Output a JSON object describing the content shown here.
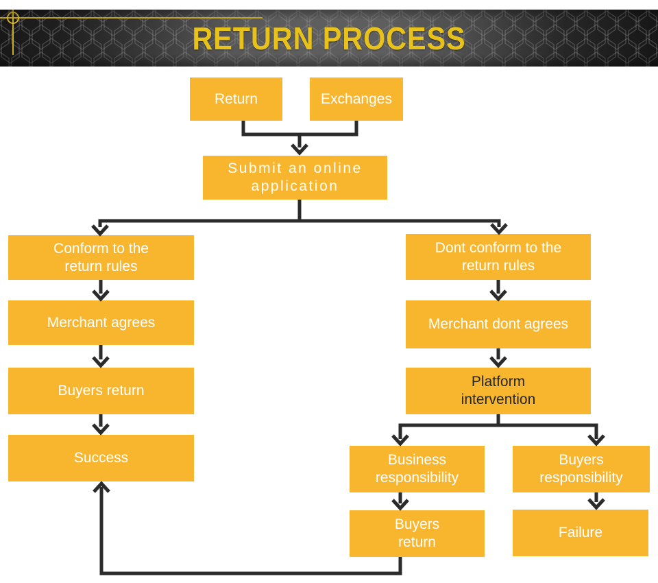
{
  "header": {
    "title": "RETURN PROCESS",
    "title_color": "#e8c21a",
    "accent_line_color": "#e0bc1c",
    "background_color": "#2a2a2a",
    "mesh_line_color": "#9a9a9a"
  },
  "diagram": {
    "box_color": "#f8b62e",
    "arrow_color": "#2b2b2b",
    "default_text_color": "#ffffff",
    "nodes": {
      "return": {
        "label": "Return"
      },
      "exchanges": {
        "label": "Exchanges"
      },
      "submit": {
        "label": "Submit an online\napplication"
      },
      "conform": {
        "label": "Conform to the\nreturn rules"
      },
      "merchant_agrees": {
        "label": "Merchant agrees"
      },
      "buyers_return_left": {
        "label": "Buyers return"
      },
      "success": {
        "label": "Success"
      },
      "dont_conform": {
        "label": "Dont conform to the\nreturn rules"
      },
      "merchant_dont_agrees": {
        "label": "Merchant dont agrees"
      },
      "platform": {
        "label": "Platform\nintervention",
        "text_color": "#262626"
      },
      "business_resp": {
        "label": "Business\nresponsibility"
      },
      "buyers_resp": {
        "label": "Buyers\nresponsibility"
      },
      "buyers_return_right": {
        "label": "Buyers\nreturn"
      },
      "failure": {
        "label": "Failure"
      }
    }
  }
}
